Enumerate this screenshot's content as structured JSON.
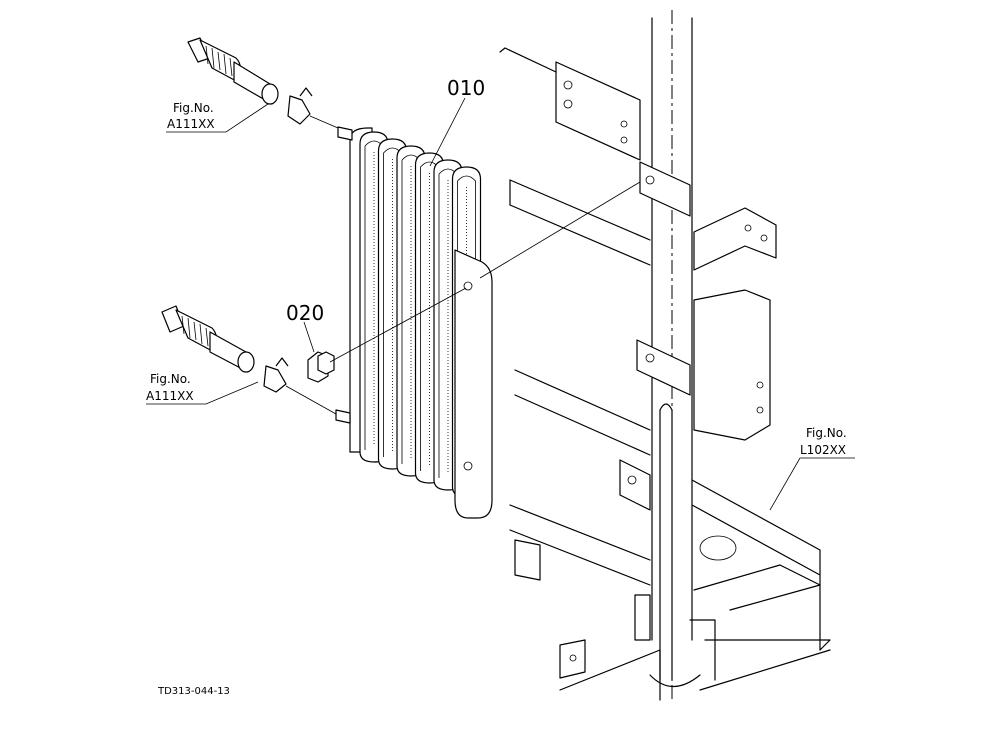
{
  "callouts": {
    "part_010": "010",
    "part_020": "020"
  },
  "refs": {
    "upper_hose": {
      "line1": "Fig.No.",
      "line2": "A111XX"
    },
    "lower_hose": {
      "line1": "Fig.No.",
      "line2": "A111XX"
    },
    "frame": {
      "line1": "Fig.No.",
      "line2": "L102XX"
    }
  },
  "drawing_code": "TD313-044-13"
}
